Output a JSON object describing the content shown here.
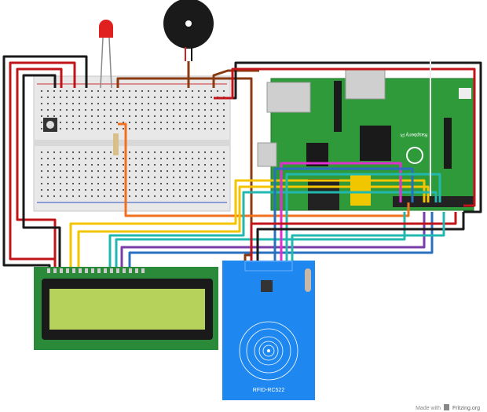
{
  "components": {
    "raspberry_pi": {
      "label": "Raspberry Pi"
    },
    "rfid": {
      "label": "RFID-RC522"
    },
    "led": {
      "color": "#e0201e"
    },
    "lcd": {
      "screen_color": "#b6d25a"
    }
  },
  "footer": {
    "made_with": "Made with",
    "brand": "Fritzing.org"
  },
  "colors": {
    "wire_red": "#c0141a",
    "wire_black": "#1a1a1a",
    "wire_brown": "#8a3a10",
    "wire_yellow": "#f5c400",
    "wire_cyan": "#22b8b0",
    "wire_blue": "#2a70c0",
    "wire_purple": "#7a3ea8",
    "wire_magenta": "#e030d0",
    "wire_orange": "#f07020",
    "pi_green": "#2e9a3a",
    "rfid_blue": "#1e88f0",
    "lcd_green": "#2a8a3a"
  }
}
